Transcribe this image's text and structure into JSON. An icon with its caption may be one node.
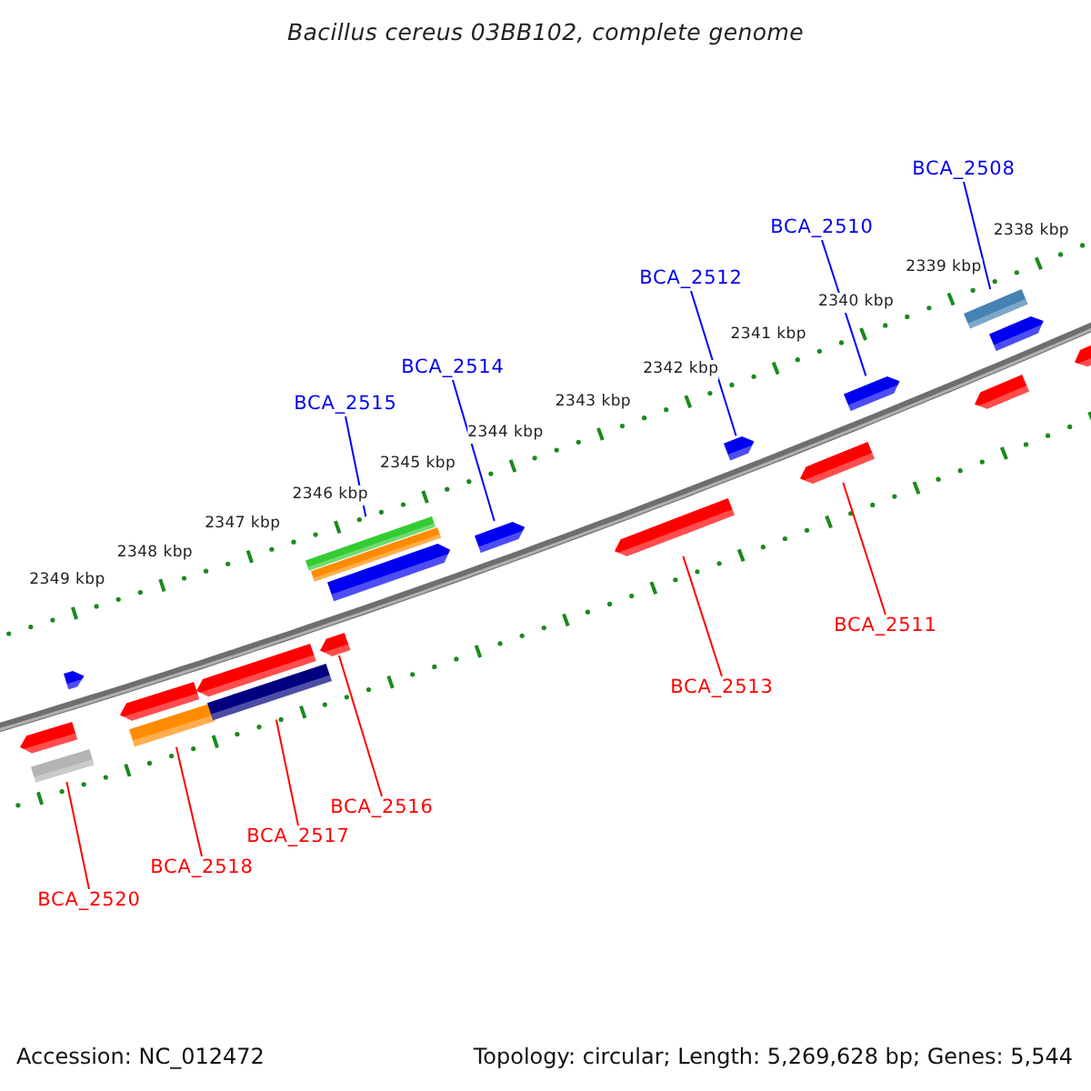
{
  "diagram": {
    "title": "Bacillus cereus 03BB102, complete genome",
    "nodes": [
      {
        "text": [
          "BCA_2508"
        ]
      },
      {
        "text": [
          "BCA_2510"
        ]
      },
      {
        "text": [
          "BCA_2512"
        ]
      },
      {
        "text": [
          "BCA_2514"
        ]
      },
      {
        "text": [
          "BCA_2515"
        ]
      },
      {
        "text": [
          "BCA_2511"
        ]
      },
      {
        "text": [
          "BCA_2513"
        ]
      },
      {
        "text": [
          "BCA_2516"
        ]
      },
      {
        "text": [
          "BCA_2517"
        ]
      },
      {
        "text": [
          "BCA_2518"
        ]
      },
      {
        "text": [
          "BCA_2520"
        ]
      },
      {
        "text": [],
        "shape": "pentagon"
      },
      {
        "text": [],
        "shape": "bar"
      },
      {
        "text": [],
        "shape": "pentagon"
      },
      {
        "text": [],
        "shape": "pentagon"
      },
      {
        "text": [],
        "shape": "bar"
      },
      {
        "text": [],
        "shape": "pentagon"
      },
      {
        "text": [],
        "shape": "bar"
      },
      {
        "text": [],
        "shape": "pentagon"
      },
      {
        "text": [],
        "shape": "bar"
      },
      {
        "text": [],
        "shape": "bar"
      },
      {
        "text": [],
        "shape": "pentagon"
      },
      {
        "text": [],
        "shape": "pentagon"
      },
      {
        "text": [],
        "shape": "pentagon"
      },
      {
        "text": [],
        "shape": "pentagon"
      },
      {
        "text": [],
        "shape": "pentagon"
      },
      {
        "text": [],
        "shape": "pentagon"
      },
      {
        "text": [],
        "shape": "pentagon"
      },
      {
        "text": [],
        "shape": "bar"
      },
      {
        "text": [],
        "shape": "pentagon"
      },
      {
        "text": [],
        "shape": "pentagon"
      }
    ],
    "edges": [
      {
        "from": 0,
        "to": 28,
        "arrow": "none",
        "color": "#0000ff"
      },
      {
        "from": 1,
        "to": 26,
        "arrow": "none",
        "color": "#0000ff"
      },
      {
        "from": 2,
        "to": 24,
        "arrow": "none",
        "color": "#0000ff"
      },
      {
        "from": 3,
        "to": 22,
        "arrow": "none",
        "color": "#0000ff"
      },
      {
        "from": 4,
        "to": 19,
        "arrow": "none",
        "color": "#0000ff"
      },
      {
        "from": 5,
        "to": 25,
        "arrow": "none"
      },
      {
        "from": 6,
        "to": 23,
        "arrow": "none"
      },
      {
        "from": 7,
        "to": 18,
        "arrow": "none"
      },
      {
        "from": 8,
        "to": 17,
        "arrow": "none"
      },
      {
        "from": 9,
        "to": 15,
        "arrow": "none"
      },
      {
        "from": 10,
        "to": 12,
        "arrow": "none"
      }
    ],
    "labels": [
      "2338 kbp",
      "2339 kbp",
      "2340 kbp",
      "2341 kbp",
      "2342 kbp",
      "2343 kbp",
      "2344 kbp",
      "2345 kbp",
      "2346 kbp",
      "2347 kbp",
      "2348 kbp",
      "2349 kbp",
      "Accession: NC_012472",
      "Topology: circular; Length: 5,269,628 bp; Genes: 5,544"
    ]
  }
}
